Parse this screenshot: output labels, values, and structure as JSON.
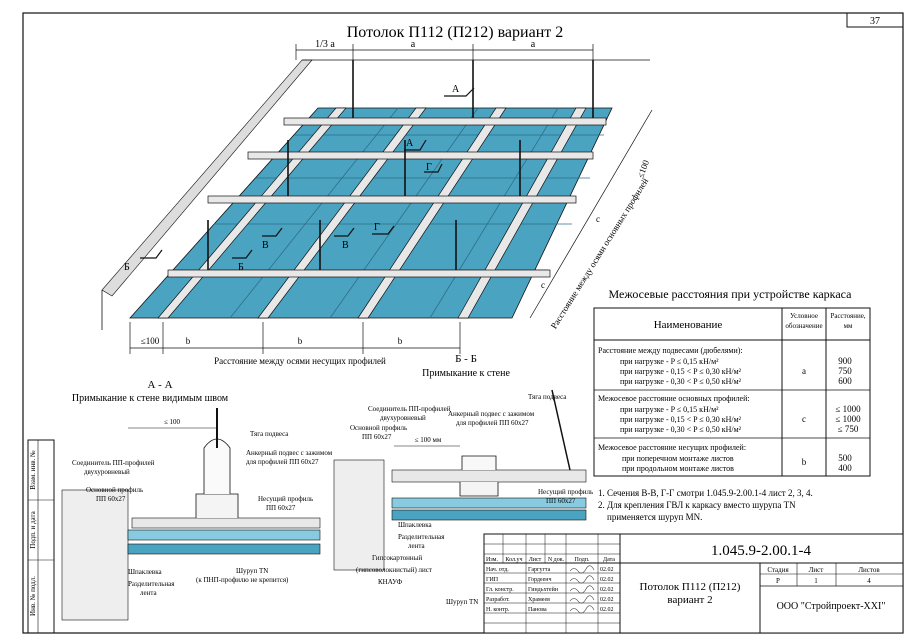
{
  "sheet": {
    "title": "Потолок П112 (П212) вариант 2",
    "page_number": "37"
  },
  "plan": {
    "dim_top": [
      "1/3 а",
      "а",
      "а"
    ],
    "dim_bottom": [
      "≤100",
      "b",
      "b",
      "b"
    ],
    "dim_right": [
      "c",
      "c",
      "≤100"
    ],
    "label_bottom": "Расстояние между осями несущих профилей",
    "label_right": "Расстояние между осями основных профилей",
    "section_marks": [
      "А",
      "А",
      "Б",
      "Б",
      "В",
      "В",
      "Г",
      "Г"
    ]
  },
  "spacing_table": {
    "title": "Межосевые расстояния при устройстве каркаса",
    "headers": [
      "Наименование",
      "Условное обозначение",
      "Расстояние, мм"
    ],
    "rows": [
      {
        "name": "Расстояние между подвесами (дюбелями):",
        "lines": [
          "при нагрузке -         P ≤ 0,15 кН/м²",
          "при нагрузке -  0,15 < P ≤ 0,30 кН/м²",
          "при нагрузке -  0,30 < P ≤ 0,50 кН/м²"
        ],
        "symbol": "a",
        "values": [
          "900",
          "750",
          "600"
        ]
      },
      {
        "name": "Межосевое расстояние основных профилей:",
        "lines": [
          "при нагрузке -         P ≤ 0,15 кН/м²",
          "при нагрузке -  0,15 < P ≤ 0,30 кН/м²",
          "при нагрузке -  0,30 < P ≤ 0,50 кН/м²"
        ],
        "symbol": "c",
        "values": [
          "≤ 1000",
          "≤ 1000",
          "≤ 750"
        ]
      },
      {
        "name": "Межосевое расстояние несущих профилей:",
        "lines": [
          "при поперечном монтаже листов",
          "при продольном монтаже листов"
        ],
        "symbol": "b",
        "values": [
          "500",
          "400"
        ]
      }
    ]
  },
  "notes": [
    "1. Сечения В-В, Г-Г смотри 1.045.9-2.00.1-4 лист 2, 3, 4.",
    "2. Для крепления ГВЛ к каркасу вместо шурупа TN",
    "    применяется шуруп MN."
  ],
  "detail_aa": {
    "title": "А - А",
    "subtitle": "Примыкание к стене видимым швом",
    "dim": "≤ 100",
    "labels": {
      "hanger_rod": "Тяга подвеса",
      "anchor": "Анкерный подвес с зажимом",
      "anchor2": "для профилей ПП 60х27",
      "connector": "Соединитель ПП-профилей",
      "connector2": "двухуровневый",
      "main_profile": "Основной профиль",
      "main_profile2": "ПП 60х27",
      "bearing_profile": "Несущий профиль",
      "bearing_profile2": "ПП 60х27",
      "putty": "Шпаклевка",
      "separator": "Разделительная",
      "separator2": "лента",
      "screw": "Шуруп TN",
      "screw2": "(к ПНП-профилю не крепится)"
    }
  },
  "detail_bb": {
    "title": "Б - Б",
    "subtitle": "Примыкание к стене",
    "dim": "≤ 100 мм",
    "labels": {
      "connector": "Соединитель ПП-профилей",
      "connector2": "двухуровневый",
      "main_profile": "Основной профиль",
      "main_profile2": "ПП 60х27",
      "anchor": "Анкерный подвес с зажимом",
      "anchor2": "для профилей ПП 60х27",
      "hanger_rod": "Тяга подвеса",
      "bearing_profile": "Несущий профиль",
      "bearing_profile2": "ПП 60х27",
      "putty": "Шпаклевка",
      "separator": "Разделительная",
      "separator2": "лента",
      "board": "Гипсокартонный",
      "board2": "(гипсоволокнистый) лист",
      "board3": "КНАУФ",
      "screw": "Шуруп TN"
    }
  },
  "side_stamp": [
    "Взам. инв. №",
    "Подп. и дата",
    "Инв. № подл."
  ],
  "title_block": {
    "doc_code": "1.045.9-2.00.1-4",
    "header": [
      "Изм.",
      "Кол.уч",
      "Лист",
      "N док.",
      "Подп.",
      "Дата"
    ],
    "people": [
      {
        "role": "Нач. отд.",
        "name": "Гаргугта",
        "date": "02.02"
      },
      {
        "role": "ГИП",
        "name": "Гордеенч",
        "date": "02.02"
      },
      {
        "role": "Гл. констр.",
        "name": "Гиндьхтейн",
        "date": "02.02"
      },
      {
        "role": "Разработ.",
        "name": "Храмеев",
        "date": "02.02"
      },
      {
        "role": "Н. контр.",
        "name": "Панова",
        "date": "02.02"
      }
    ],
    "drawing_name": [
      "Потолок П112 (П212)",
      "вариант 2"
    ],
    "stage_header": [
      "Стадия",
      "Лист",
      "Листов"
    ],
    "stage_values": [
      "Р",
      "1",
      "4"
    ],
    "company": "ООО \"Стройпроект-XXI\""
  },
  "colors": {
    "board": "#4aa3c0",
    "board_light": "#88cbe0",
    "profile": "#e8e8e8",
    "line": "#111111"
  }
}
